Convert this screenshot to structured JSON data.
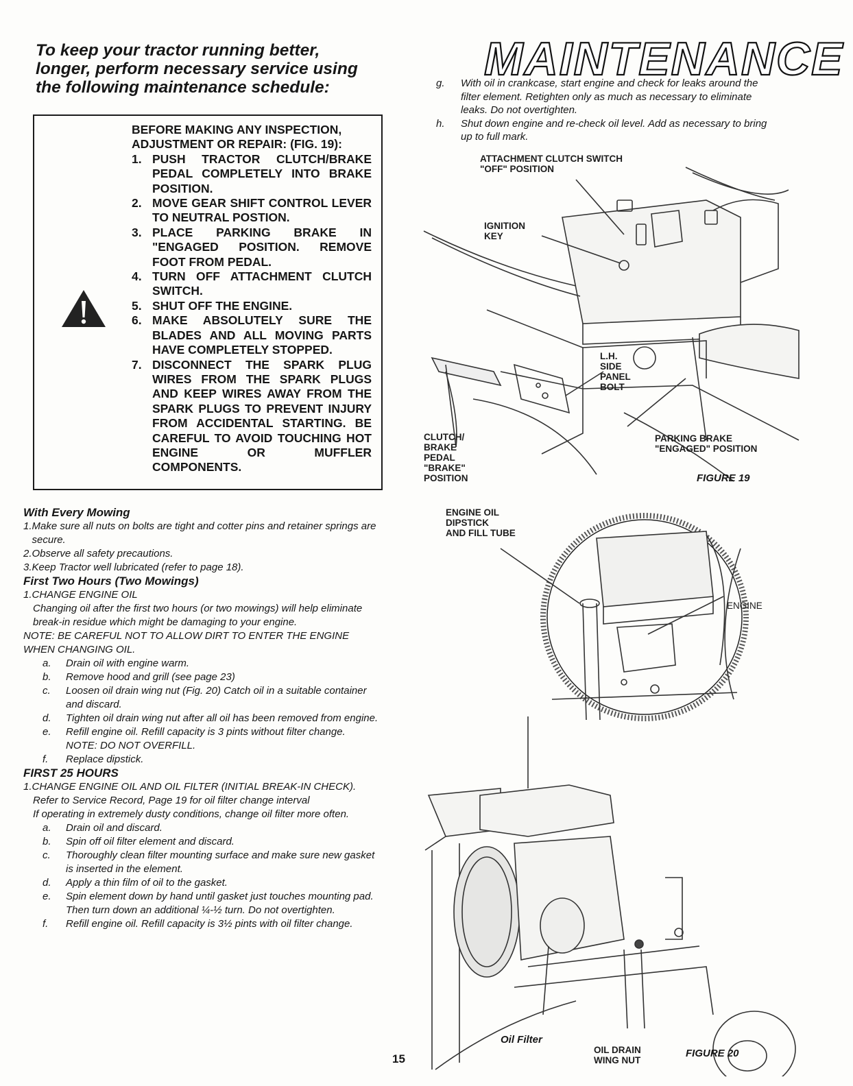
{
  "intro": {
    "lines": [
      "To keep your tractor running better,",
      "longer, perform necessary service using",
      "the following maintenance schedule:"
    ]
  },
  "title": "MAINTENANCE",
  "warning": {
    "icon": "warning-triangle-icon",
    "heading_1": "BEFORE MAKING ANY INSPECTION,",
    "heading_2": "ADJUSTMENT OR REPAIR: (FIG. 19):",
    "steps": [
      {
        "num": "1.",
        "text": "PUSH TRACTOR CLUTCH/BRAKE PEDAL COMPLETELY INTO BRAKE POSITION."
      },
      {
        "num": "2.",
        "text": "MOVE GEAR SHIFT CONTROL LEVER TO NEUTRAL POSTION."
      },
      {
        "num": "3.",
        "text": "PLACE PARKING BRAKE IN \"ENGAGED POSITION. REMOVE FOOT FROM PEDAL."
      },
      {
        "num": "4.",
        "text": "TURN OFF ATTACHMENT CLUTCH SWITCH."
      },
      {
        "num": "5.",
        "text": "SHUT OFF THE ENGINE."
      },
      {
        "num": "6.",
        "text": "MAKE ABSOLUTELY SURE THE BLADES AND ALL MOVING PARTS HAVE COMPLETELY STOPPED."
      },
      {
        "num": "7.",
        "text": "DISCONNECT THE SPARK PLUG WIRES FROM THE SPARK PLUGS AND KEEP WIRES AWAY FROM THE SPARK PLUGS TO PREVENT INJURY FROM ACCIDENTAL STARTING. BE CAREFUL TO AVOID TOUCHING HOT ENGINE OR MUFFLER COMPONENTS."
      }
    ]
  },
  "every_mowing": {
    "heading": "With Every Mowing",
    "items": [
      {
        "num": "1.",
        "text": "Make sure all nuts on bolts are tight and cotter pins and retainer springs are secure."
      },
      {
        "num": "2.",
        "text": "Observe all safety precautions."
      },
      {
        "num": "3.",
        "text": "Keep Tractor well lubricated (refer to page 18)."
      }
    ]
  },
  "first_two_hours": {
    "heading": "First Two Hours (Two Mowings)",
    "item_num": "1.",
    "item": "CHANGE ENGINE OIL",
    "para": "Changing oil after the first two hours (or two mowings) will help eliminate break-in residue which might be damaging to your engine.",
    "note": "NOTE: BE CAREFUL NOT TO ALLOW DIRT TO ENTER THE ENGINE WHEN CHANGING OIL.",
    "steps": [
      {
        "num": "a.",
        "text": "Drain oil with engine warm."
      },
      {
        "num": "b.",
        "text": "Remove hood and grill (see page 23)"
      },
      {
        "num": "c.",
        "text": "Loosen oil drain wing nut (Fig. 20) Catch oil in a suitable container and discard."
      },
      {
        "num": "d.",
        "text": "Tighten oil drain wing nut after all oil has been removed from engine."
      },
      {
        "num": "e.",
        "text": "Refill engine oil. Refill capacity is 3 pints without filter change. NOTE: DO NOT OVERFILL."
      },
      {
        "num": "f.",
        "text": "Replace dipstick."
      }
    ]
  },
  "first_25_hours": {
    "heading": "FIRST 25 HOURS",
    "item_num": "1.",
    "item": "CHANGE ENGINE OIL AND OIL FILTER (INITIAL BREAK-IN CHECK).",
    "para_1": "Refer to Service Record, Page 19 for oil filter change interval",
    "para_2": "If operating in extremely dusty conditions, change oil filter more often.",
    "steps": [
      {
        "num": "a.",
        "text": "Drain oil and discard."
      },
      {
        "num": "b.",
        "text": "Spin off oil filter element and discard."
      },
      {
        "num": "c.",
        "text": "Thoroughly clean filter mounting surface and make sure new gasket is inserted in the element."
      },
      {
        "num": "d.",
        "text": "Apply a thin film of oil to the gasket."
      },
      {
        "num": "e.",
        "text": "Spin element down by hand until gasket just touches mounting pad. Then turn down an additional ¼-½ turn. Do not overtighten."
      },
      {
        "num": "f.",
        "text": "Refill engine oil. Refill capacity is 3½ pints with oil filter change."
      }
    ]
  },
  "right_steps": [
    {
      "num": "g.",
      "text": "With oil in crankcase, start engine and check for leaks around the filter element. Retighten only as much as necessary to eliminate leaks. Do not overtighten."
    },
    {
      "num": "h.",
      "text": "Shut down engine and re-check oil level. Add as necessary to bring up to full mark."
    }
  ],
  "figure19": {
    "caption": "FIGURE 19",
    "labels": {
      "attach_1": "ATTACHMENT CLUTCH SWITCH",
      "attach_2": "\"OFF\" POSITION",
      "ignition_1": "IGNITION",
      "ignition_2": "KEY",
      "lh_1": "L.H.",
      "lh_2": "SIDE",
      "lh_3": "PANEL",
      "lh_4": "BOLT",
      "clutch_1": "CLUTCH/",
      "clutch_2": "BRAKE",
      "clutch_3": "PEDAL",
      "clutch_4": "\"BRAKE\"",
      "clutch_5": "POSITION",
      "park_1": "PARKING BRAKE",
      "park_2": "\"ENGAGED\" POSITION"
    }
  },
  "figure20": {
    "caption": "FIGURE 20",
    "labels": {
      "dip_1": "ENGINE OIL",
      "dip_2": "DIPSTICK",
      "dip_3": "AND FILL TUBE",
      "engine": "ENGINE",
      "oil_filter": "Oil Filter",
      "drain_1": "OIL DRAIN",
      "drain_2": "WING NUT"
    }
  },
  "page_number": "15"
}
